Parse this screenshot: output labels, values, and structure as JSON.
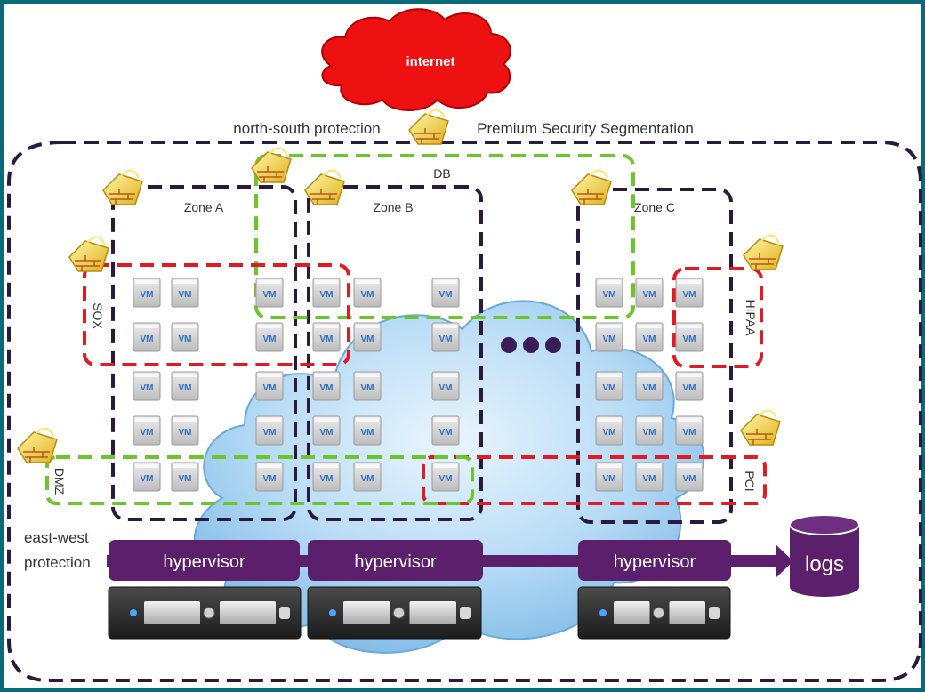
{
  "internet_label": "internet",
  "north_south_label": "north-south protection",
  "premium_label": "Premium Security Segmentation",
  "db_label": "DB",
  "zones": [
    {
      "name": "Zone A"
    },
    {
      "name": "Zone B"
    },
    {
      "name": "Zone C"
    }
  ],
  "segments": {
    "sox": "SOX",
    "hipaa": "HIPAA",
    "dmz": "DMZ",
    "pci": "PCI"
  },
  "vm_label": "VM",
  "east_west_label": [
    "east-west",
    "protection"
  ],
  "hypervisor_label": "hypervisor",
  "logs_label": "logs",
  "colors": {
    "background": "#0b6a7a",
    "hypervisor": "#5b1f6b",
    "outer_boundary": "#2a1a3c",
    "db_green": "#6cc52a",
    "sox_red": "#e01b24",
    "internet_cloud": "#ee1111",
    "cloud_blue": "#a9d3f2"
  },
  "icons": [
    "firewall-icon",
    "server-icon",
    "database-icon",
    "cloud-icon"
  ]
}
